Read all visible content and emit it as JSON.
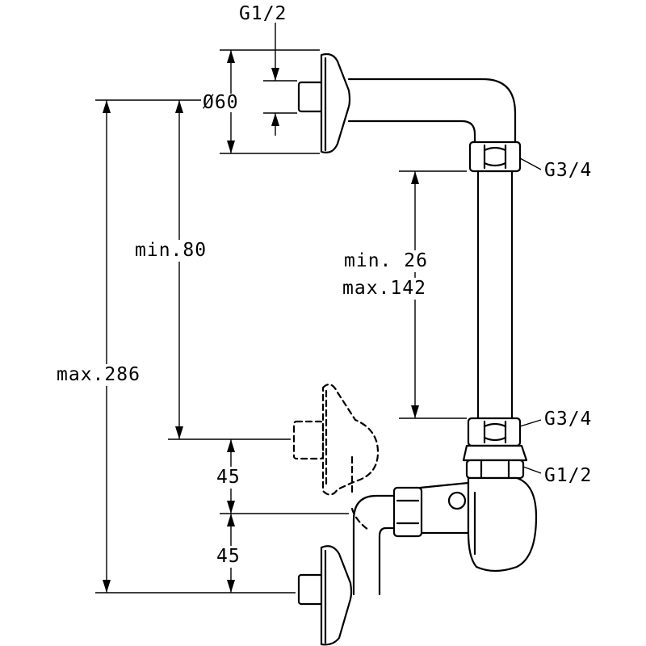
{
  "labels": {
    "thread_top": "G1/2",
    "diameter": "Ø60",
    "min_80": "min.80",
    "max_286": "max.286",
    "min_26": "min. 26",
    "max_142": "max.142",
    "g34_top": "G3/4",
    "g34_bottom": "G3/4",
    "g12_right": "G1/2",
    "dim_45_upper": "45",
    "dim_45_lower": "45"
  },
  "colors": {
    "line": "#000000",
    "background": "#ffffff"
  }
}
